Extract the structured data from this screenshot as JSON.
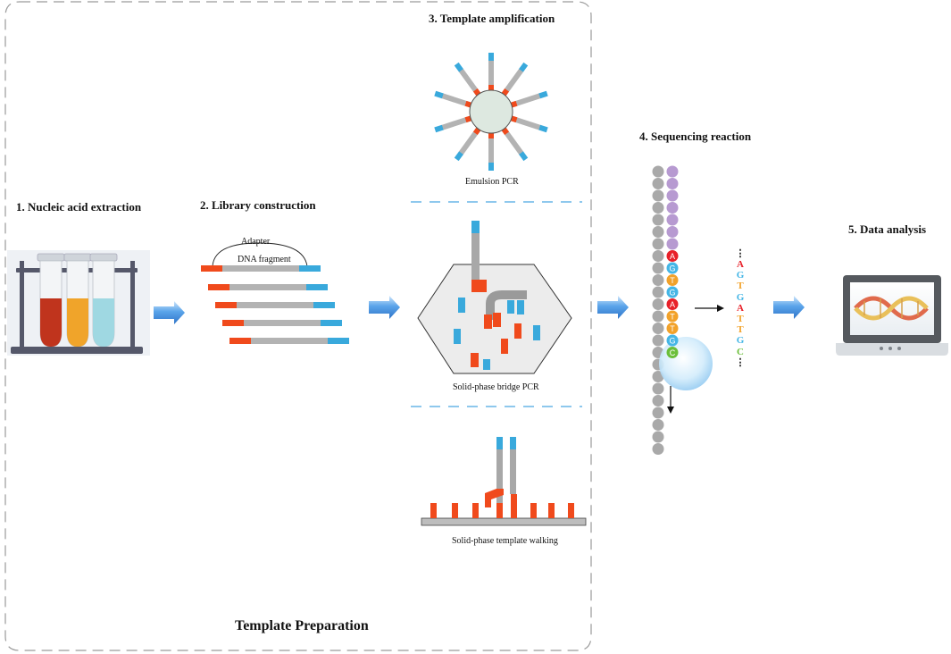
{
  "steps": {
    "s1": "1. Nucleic acid extraction",
    "s2": "2.  Library construction",
    "s3": "3.  Template amplification",
    "s4": "4.  Sequencing reaction",
    "s5": "5.  Data analysis"
  },
  "library": {
    "adapter_label": "Adapter",
    "fragment_label": "DNA fragment"
  },
  "methods": {
    "emulsion": "Emulsion PCR",
    "bridge": "Solid-phase bridge PCR",
    "walking": "Solid-phase template walking"
  },
  "template_preparation": "Template Preparation",
  "sequencing": {
    "bead_bases": [
      "A",
      "G",
      "T",
      "G",
      "A",
      "T",
      "T",
      "G",
      "C"
    ],
    "read_dots_top": "⋮",
    "read": [
      "A",
      "G",
      "T",
      "G",
      "A",
      "T",
      "T",
      "G",
      "C"
    ],
    "read_dots_bottom": "⋮"
  },
  "colors": {
    "adapter_red": "#f04a1c",
    "adapter_blue": "#39a9dc",
    "fragment_gray": "#b3b3b3",
    "arrow_blue": "#4f96e0",
    "base_A": "#e8212a",
    "base_G": "#45b6e6",
    "base_T": "#f2a22a",
    "base_C": "#6bbf3a",
    "primer_purple": "#b79ad1"
  }
}
